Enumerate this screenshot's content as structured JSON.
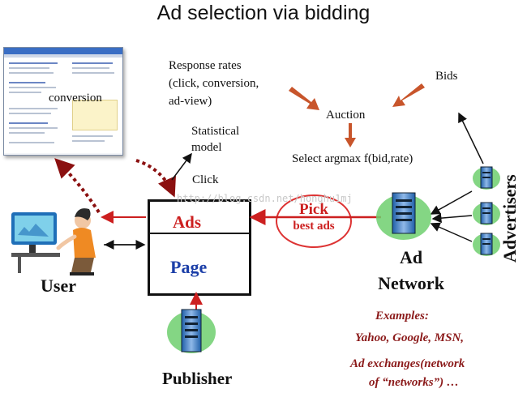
{
  "title": "Ad selection via bidding",
  "labels": {
    "conversion": "conversion",
    "response_line1": "Response rates",
    "response_line2": "(click, conversion,",
    "response_line3": "ad-view)",
    "bids": "Bids",
    "auction": "Auction",
    "select": "Select argmax f(bid,rate)",
    "statistical_line1": "Statistical",
    "statistical_line2": "model",
    "click": "Click",
    "ads": "Ads",
    "page": "Page",
    "pick_line1": "Pick",
    "pick_line2": "best ads",
    "user": "User",
    "ad_network_line1": "Ad",
    "ad_network_line2": "Network",
    "publisher": "Publisher",
    "advertisers": "Advertisers",
    "examples_heading": "Examples:",
    "examples_line1": "Yahoo, Google, MSN,",
    "examples_line2": "Ad exchanges(network",
    "examples_line3": "of “networks”) …",
    "watermark": "http://blog.csdn.net/honghu1mj"
  },
  "icons": {
    "browser": "browser-window-icon",
    "user": "person-at-computer-icon",
    "server": "server-icon"
  },
  "colors": {
    "red_arrow": "#cc1f1f",
    "auction_arrow": "#c8552b",
    "page_blue": "#1c3fa8",
    "examples_text": "#8b1a1a",
    "server_green": "#3fae3f"
  }
}
